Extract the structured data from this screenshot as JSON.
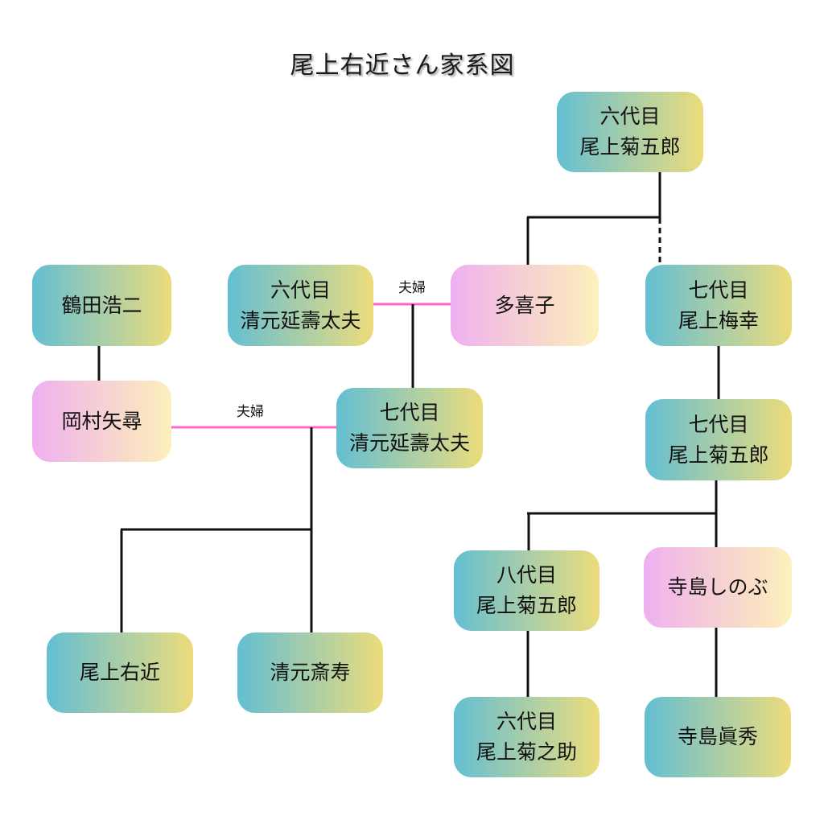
{
  "title": "尾上右近さん家系図",
  "colors": {
    "relative_gradient": [
      "#63bfd2",
      "#ecdc7a"
    ],
    "spouse_gradient": [
      "#efb0f0",
      "#fdf1bd"
    ],
    "marriage_line": "#ff66cc",
    "descent_line": "#111111"
  },
  "nodes": {
    "kikugoro6": {
      "line1": "六代目",
      "line2": "尾上菊五郎",
      "style": "relative"
    },
    "tsuruta": {
      "line1": "鶴田浩二",
      "line2": "",
      "style": "relative"
    },
    "enjudayu6": {
      "line1": "六代目",
      "line2": "清元延壽太夫",
      "style": "relative"
    },
    "takiko": {
      "line1": "多喜子",
      "line2": "",
      "style": "spouse"
    },
    "baiko7": {
      "line1": "七代目",
      "line2": "尾上梅幸",
      "style": "relative"
    },
    "okamura": {
      "line1": "岡村矢尋",
      "line2": "",
      "style": "spouse"
    },
    "enjudayu7": {
      "line1": "七代目",
      "line2": "清元延壽太夫",
      "style": "relative"
    },
    "kikugoro7": {
      "line1": "七代目",
      "line2": "尾上菊五郎",
      "style": "relative"
    },
    "ukon": {
      "line1": "尾上右近",
      "line2": "",
      "style": "relative"
    },
    "saiju": {
      "line1": "清元斎寿",
      "line2": "",
      "style": "relative"
    },
    "kikugoro8": {
      "line1": "八代目",
      "line2": "尾上菊五郎",
      "style": "relative"
    },
    "shinobu": {
      "line1": "寺島しのぶ",
      "line2": "",
      "style": "spouse"
    },
    "kikunosuke6": {
      "line1": "六代目",
      "line2": "尾上菊之助",
      "style": "relative"
    },
    "maho": {
      "line1": "寺島眞秀",
      "line2": "",
      "style": "relative"
    }
  },
  "relations": [
    {
      "type": "marriage",
      "from": "enjudayu6",
      "to": "takiko",
      "label": "夫婦"
    },
    {
      "type": "marriage",
      "from": "okamura",
      "to": "enjudayu7",
      "label": "夫婦"
    },
    {
      "type": "parent",
      "from": "kikugoro6",
      "to": "takiko"
    },
    {
      "type": "adoptive-parent",
      "from": "kikugoro6",
      "to": "baiko7"
    },
    {
      "type": "parent",
      "from": "tsuruta",
      "to": "okamura"
    },
    {
      "type": "parent",
      "from": "enjudayu6+takiko",
      "to": "enjudayu7"
    },
    {
      "type": "parent",
      "from": "baiko7",
      "to": "kikugoro7"
    },
    {
      "type": "parent",
      "from": "okamura+enjudayu7",
      "to": "ukon"
    },
    {
      "type": "parent",
      "from": "okamura+enjudayu7",
      "to": "saiju"
    },
    {
      "type": "parent",
      "from": "kikugoro7",
      "to": "kikugoro8"
    },
    {
      "type": "parent",
      "from": "kikugoro7",
      "to": "shinobu"
    },
    {
      "type": "parent",
      "from": "kikugoro8",
      "to": "kikunosuke6"
    },
    {
      "type": "parent",
      "from": "shinobu",
      "to": "maho"
    }
  ],
  "couple_labels": {
    "upper": "夫婦",
    "lower": "夫婦"
  }
}
